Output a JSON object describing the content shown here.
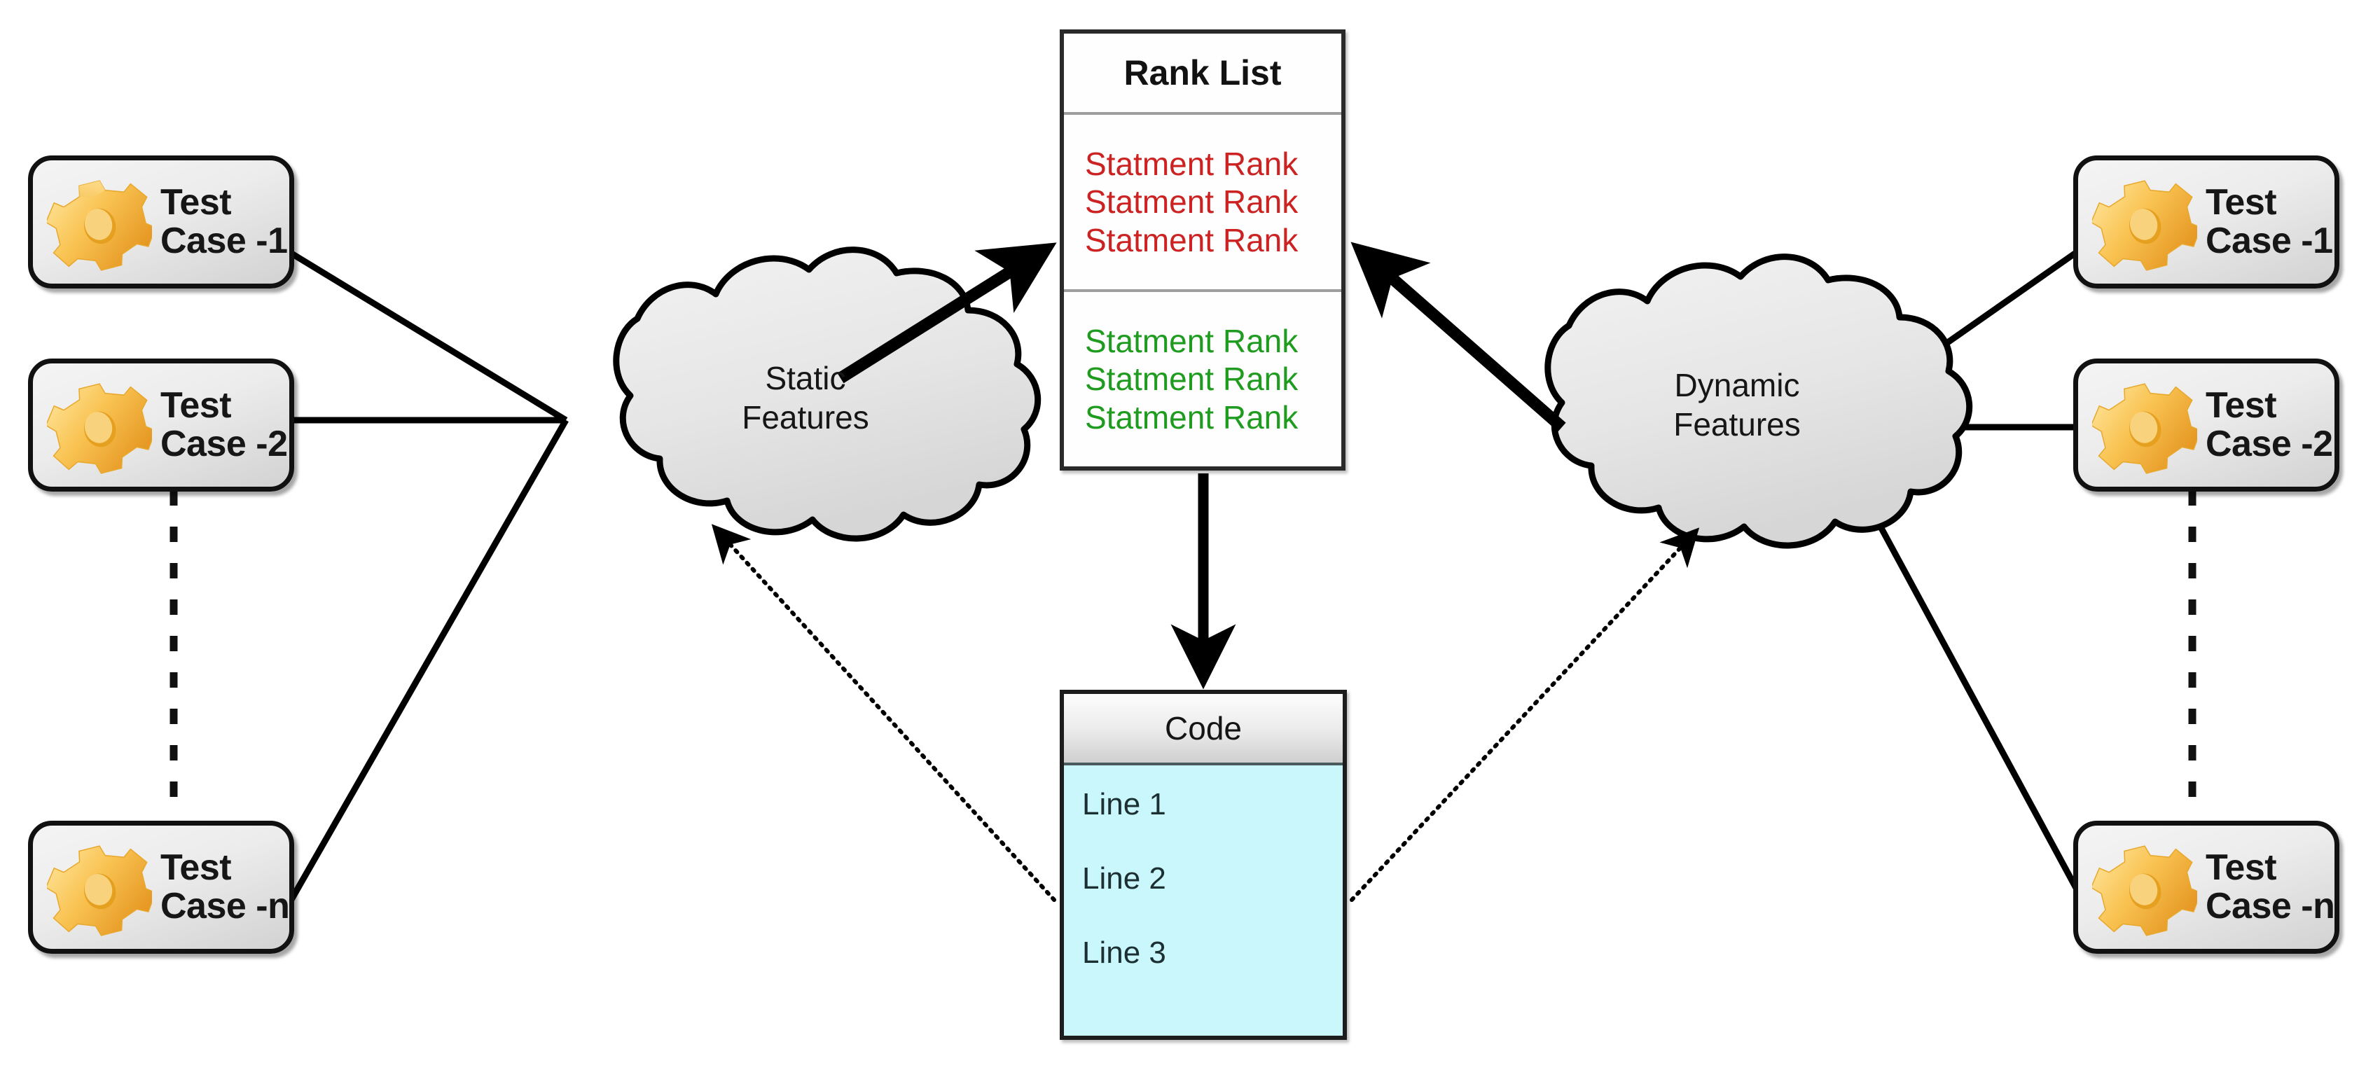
{
  "diagram": {
    "title": "Fault localization static and dynamic feature ranking flow",
    "background_color": "#ffffff"
  },
  "left_test_cases": [
    {
      "line1": "Test",
      "line2": "Case -1",
      "icon": "gear-icon"
    },
    {
      "line1": "Test",
      "line2": "Case -2",
      "icon": "gear-icon"
    },
    {
      "line1": "Test",
      "line2": "Case -n",
      "icon": "gear-icon"
    }
  ],
  "right_test_cases": [
    {
      "line1": "Test",
      "line2": "Case -1",
      "icon": "gear-icon"
    },
    {
      "line1": "Test",
      "line2": "Case -2",
      "icon": "gear-icon"
    },
    {
      "line1": "Test",
      "line2": "Case -n",
      "icon": "gear-icon"
    }
  ],
  "clouds": {
    "static": {
      "line1": "Static",
      "line2": "Features"
    },
    "dynamic": {
      "line1": "Dynamic",
      "line2": "Features"
    }
  },
  "rank_list": {
    "title": "Rank List",
    "failing_color": "#cc2222",
    "passing_color": "#1f9b1f",
    "failing_entries": [
      "Statment Rank",
      "Statment Rank",
      "Statment Rank"
    ],
    "passing_entries": [
      "Statment Rank",
      "Statment Rank",
      "Statment Rank"
    ]
  },
  "code_box": {
    "header": "Code",
    "body_color": "#c9f7fb",
    "lines": [
      "Line 1",
      "Line 2",
      "Line 3"
    ]
  },
  "colors": {
    "gear_light": "#ffd976",
    "gear_mid": "#f5b63b",
    "gear_dark": "#e08a14",
    "box_border": "#111111",
    "cloud_fill": "#e6e6e6",
    "line": "#000000"
  }
}
